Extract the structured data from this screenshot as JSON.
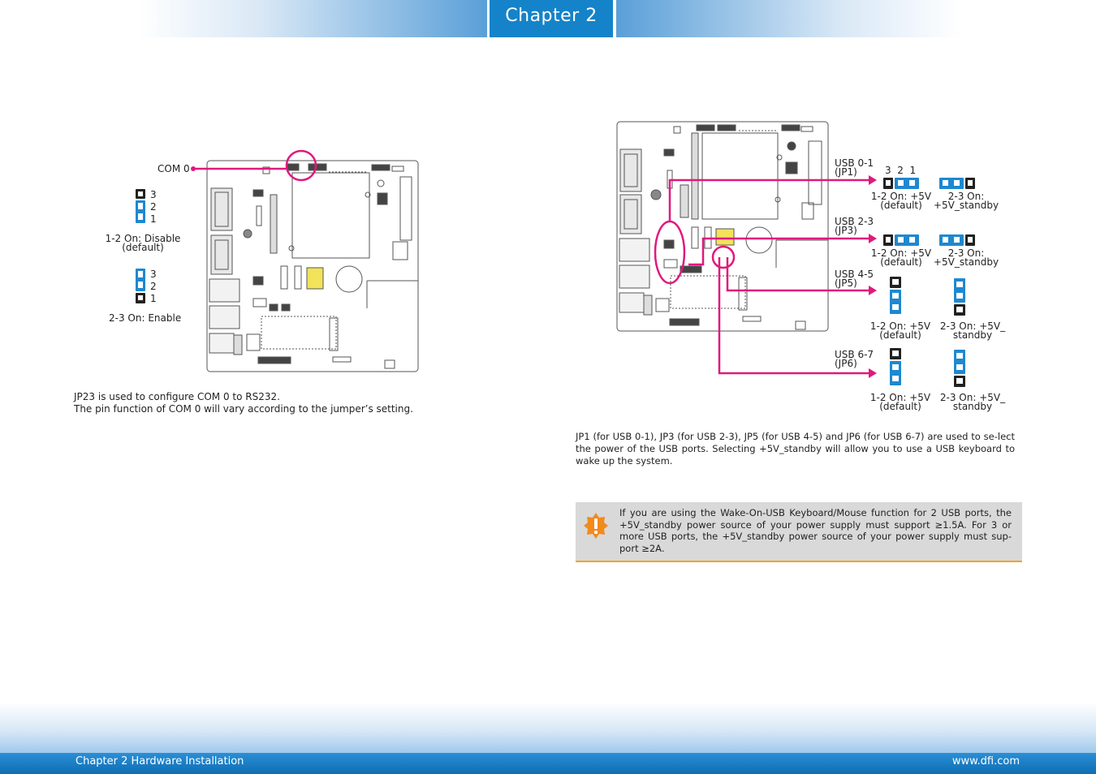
{
  "header": {
    "chapter_tab": "Chapter 2"
  },
  "footer": {
    "left": "Chapter 2 Hardware Installation",
    "right": "www.dfi.com"
  },
  "com0": {
    "label": "COM 0",
    "pins_top": [
      "3",
      "2",
      "1"
    ],
    "setting1_line1": "1-2 On: Disable",
    "setting1_line2": "(default)",
    "pins_bottom": [
      "3",
      "2",
      "1"
    ],
    "setting2": "2-3 On: Enable",
    "desc_line1": "JP23 is used to configure COM 0 to RS232.",
    "desc_line2": "The pin function of COM 0 will vary according to the jumper’s setting."
  },
  "usb": {
    "groups": [
      {
        "name": "USB 0-1",
        "jumper": "(JP1)",
        "pins": "3  2  1",
        "opt1_line1": "1-2 On: +5V",
        "opt1_line2": "(default)",
        "opt2_line1": "2-3 On:",
        "opt2_line2": "+5V_standby"
      },
      {
        "name": "USB 2-3",
        "jumper": "(JP3)",
        "opt1_line1": "1-2 On: +5V",
        "opt1_line2": "(default)",
        "opt2_line1": "2-3 On:",
        "opt2_line2": "+5V_standby"
      },
      {
        "name": "USB 4-5",
        "jumper": "(JP5)",
        "opt1_line1": "1-2 On: +5V",
        "opt1_line2": "(default)",
        "opt2_line1": "2-3 On: +5V_",
        "opt2_line2": "standby"
      },
      {
        "name": "USB 6-7",
        "jumper": "(JP6)",
        "opt1_line1": "1-2 On: +5V",
        "opt1_line2": "(default)",
        "opt2_line1": "2-3 On: +5V_",
        "opt2_line2": "standby"
      }
    ],
    "desc": "JP1 (for USB 0-1), JP3 (for USB 2-3), JP5 (for USB 4-5) and JP6 (for USB 6-7) are used to se-lect the power of the USB ports. Selecting +5V_standby will allow you to use a USB keyboard to wake up the system.",
    "note": "If you are using the Wake-On-USB Keyboard/Mouse function for 2 USB ports, the +5V_standby power source of your power supply must support ≥1.5A. For 3 or more USB ports, the +5V_standby power source of your power supply must sup-port ≥2A."
  },
  "colors": {
    "accent": "#1583c9",
    "magenta": "#e0197d",
    "jumper_blue": "#1e88d0",
    "jumper_black": "#222222",
    "note_orange": "#f5a21d",
    "note_bg": "#d9d9d9"
  },
  "icons": [
    "warning-icon"
  ]
}
